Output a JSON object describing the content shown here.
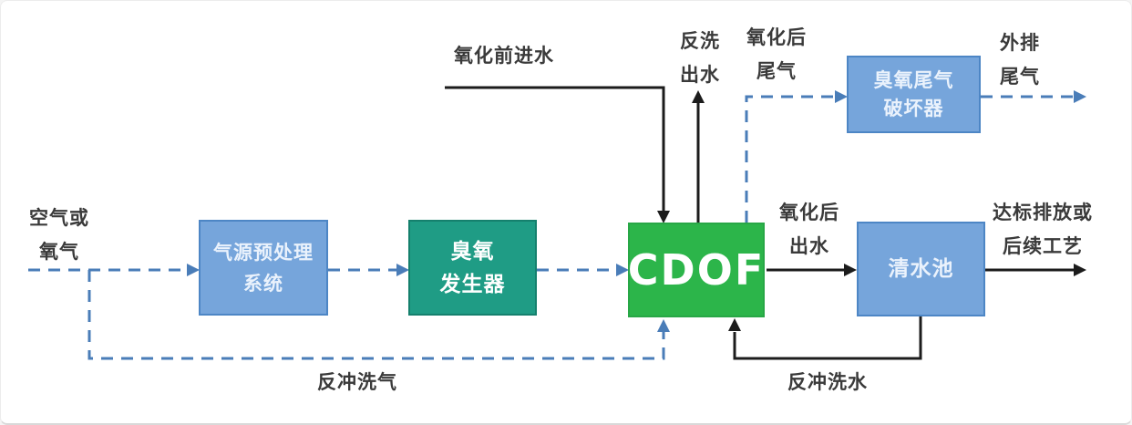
{
  "nodes": {
    "pretreatment": {
      "line1": "气源预处理",
      "line2": "系统"
    },
    "ozone_generator": {
      "line1": "臭氧",
      "line2": "发生器"
    },
    "cdof": {
      "label": "CDOF"
    },
    "clear_water_tank": {
      "label": "清水池"
    },
    "ozone_destructor": {
      "line1": "臭氧尾气",
      "line2": "破坏器"
    }
  },
  "labels": {
    "air_or_oxygen": {
      "line1": "空气或",
      "line2": "氧气"
    },
    "pre_oxidation_inlet": "氧化前进水",
    "backwash_outlet": {
      "line1": "反洗",
      "line2": "出水"
    },
    "post_oxidation_tail_gas": {
      "line1": "氧化后",
      "line2": "尾气"
    },
    "external_tail_gas": {
      "line1": "外排",
      "line2": "尾气"
    },
    "post_oxidation_outlet": {
      "line1": "氧化后",
      "line2": "出水"
    },
    "discharge_or_next": {
      "line1": "达标排放或",
      "line2": "后续工艺"
    },
    "backwash_gas": "反冲洗气",
    "backwash_water": "反冲洗水"
  },
  "colors": {
    "light_blue_fill": "#76a5db",
    "light_blue_border": "#4d86c5",
    "teal_fill": "#1f9c85",
    "teal_border": "#15806d",
    "green_fill": "#2cb54a",
    "green_border": "#28a746",
    "dashed_line": "#4a7db8",
    "solid_line": "#1c1c1c",
    "label_text": "#3a3a3a",
    "box_text": "#ffffff",
    "canvas_bg": "#ffffff"
  }
}
